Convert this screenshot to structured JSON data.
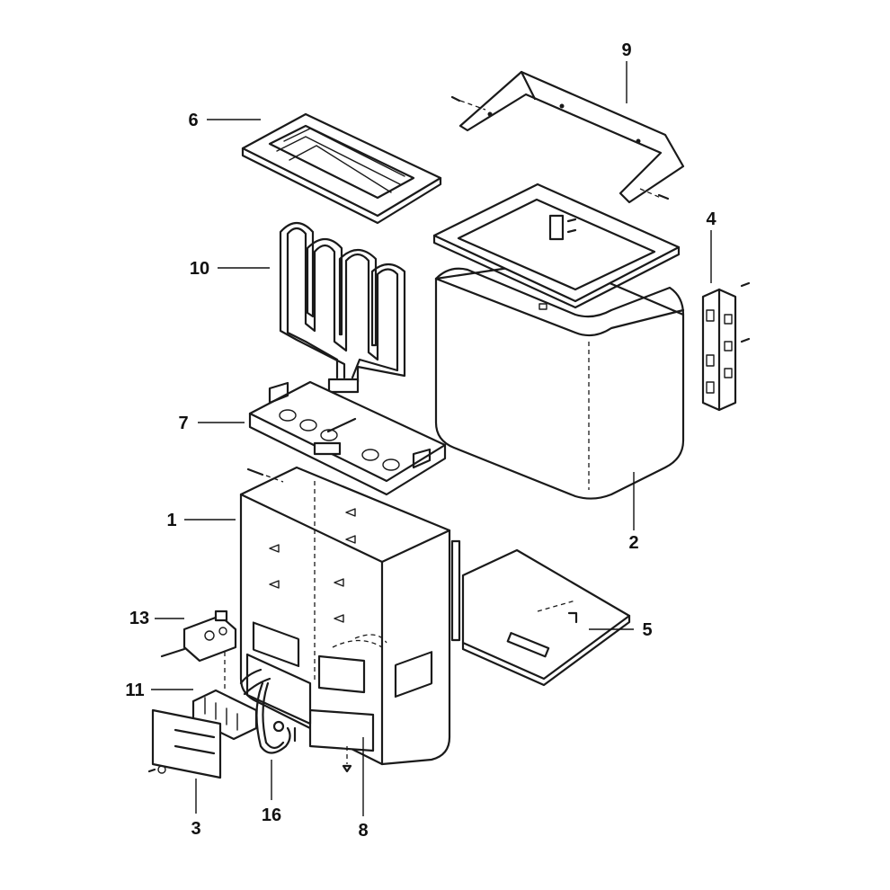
{
  "callouts": [
    {
      "id": "1",
      "label": "1"
    },
    {
      "id": "2",
      "label": "2"
    },
    {
      "id": "3",
      "label": "3"
    },
    {
      "id": "4",
      "label": "4"
    },
    {
      "id": "5",
      "label": "5"
    },
    {
      "id": "6",
      "label": "6"
    },
    {
      "id": "7",
      "label": "7"
    },
    {
      "id": "8",
      "label": "8"
    },
    {
      "id": "9",
      "label": "9"
    },
    {
      "id": "10",
      "label": "10"
    },
    {
      "id": "11",
      "label": "11"
    },
    {
      "id": "13",
      "label": "13"
    },
    {
      "id": "16",
      "label": "16"
    }
  ]
}
